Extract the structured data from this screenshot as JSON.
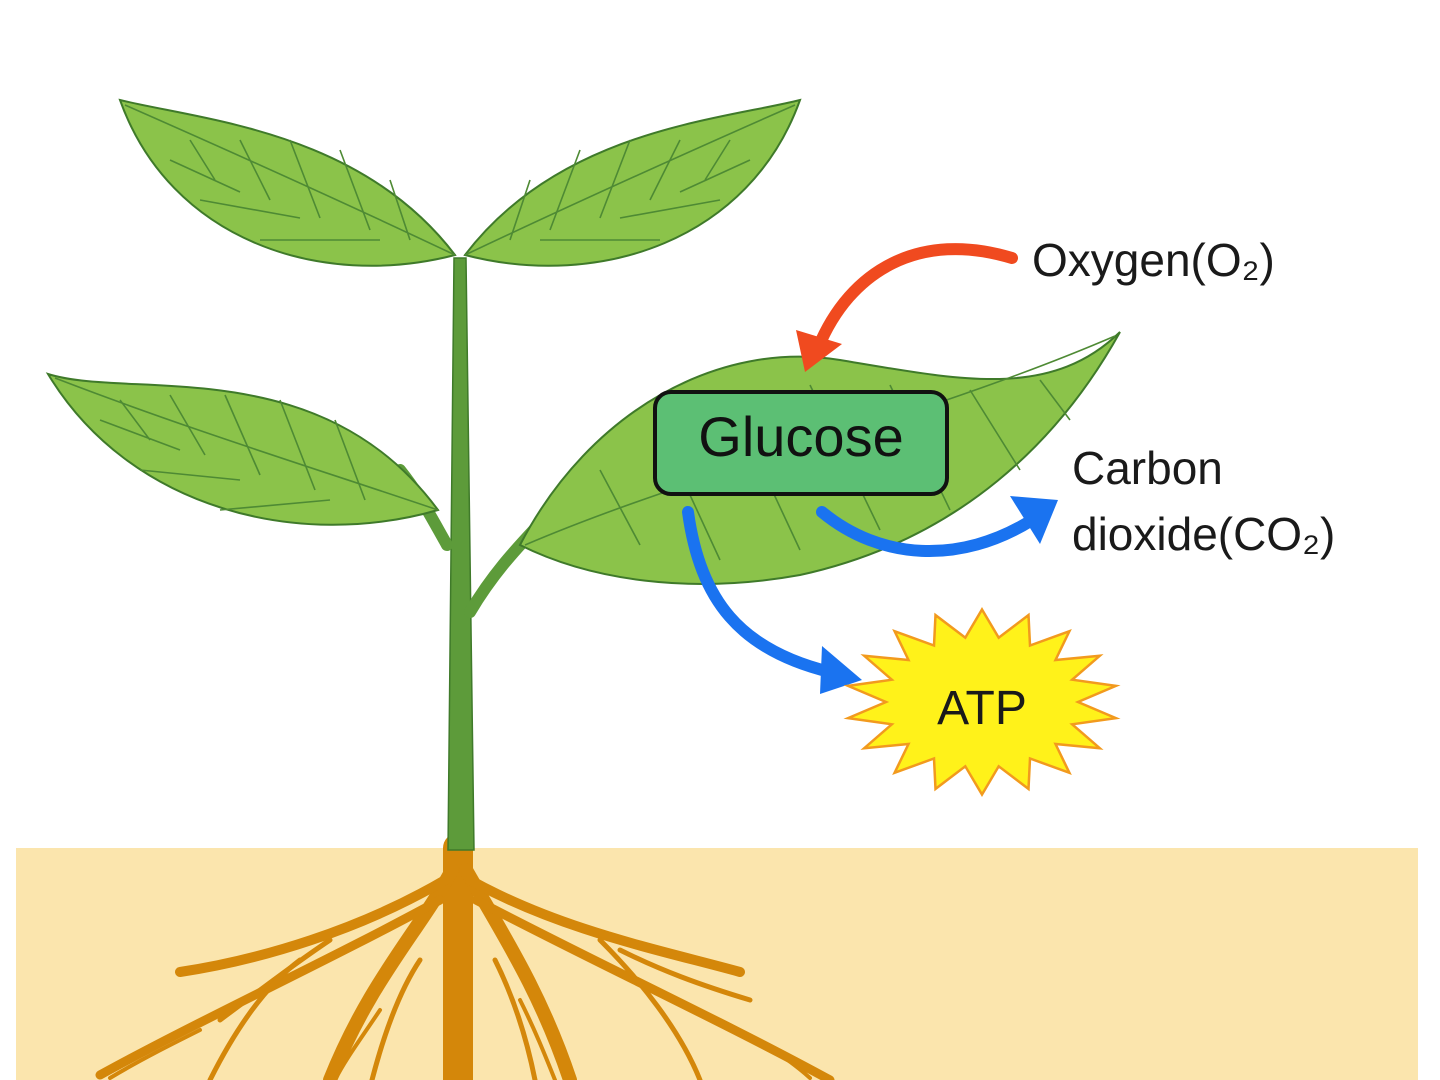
{
  "labels": {
    "glucose": "Glucose",
    "oxygen": "Oxygen(O₂)",
    "carbon_line1": "Carbon",
    "carbon_line2": "dioxide(CO₂)",
    "atp": "ATP"
  },
  "colors": {
    "leaf": "#8bc34a",
    "leaf_edge": "#3f7a2a",
    "vein": "#4e8a34",
    "stem": "#5d9b3a",
    "root": "#d4870a",
    "soil": "#fbe5ad",
    "glucose_box": "#5cbf74",
    "oxygen_arrow": "#f04a1f",
    "co2_arrow": "#1a73f0",
    "atp_burst": "#fff21a",
    "atp_burst_edge": "#f29a1e"
  },
  "icons": {
    "plant": "plant-icon",
    "atp_burst": "starburst-icon"
  }
}
